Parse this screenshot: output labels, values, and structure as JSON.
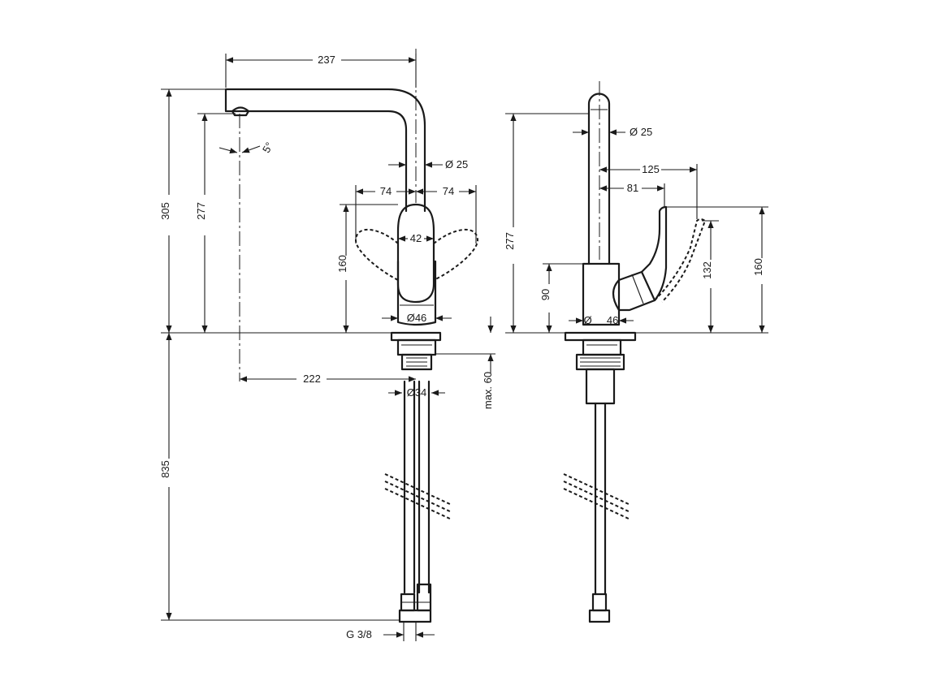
{
  "dimensions": {
    "spout_reach_top": "237",
    "height_total": "305",
    "height_outlet": "277",
    "spout_angle": "5°",
    "pipe_dia_front": "Ø 25",
    "lever_left": "74",
    "lever_right": "74",
    "lever_width": "42",
    "lever_height_front": "160",
    "body_dia_front": "Ø46",
    "base_reach": "222",
    "shank_dia": "Ø34",
    "max_thickness": "max. 60",
    "hose_length": "835",
    "connection": "G 3/8",
    "pipe_dia_side": "Ø  25",
    "side_reach_125": "125",
    "side_reach_81": "81",
    "side_height_277": "277",
    "side_height_90": "90",
    "side_height_132": "132",
    "side_height_160": "160",
    "body_dia_side": "Ø     46"
  }
}
